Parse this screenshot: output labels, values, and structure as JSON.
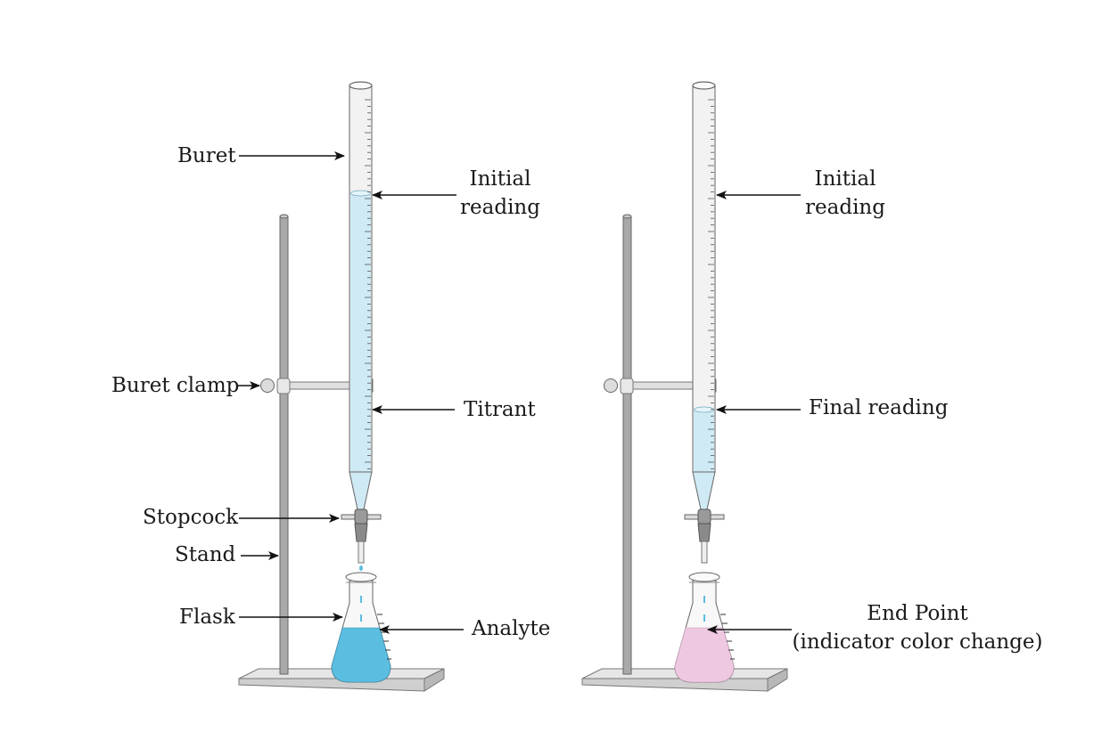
{
  "labels": {
    "buret": "Buret",
    "initial_reading_line1": "Initial",
    "initial_reading_line2": "reading",
    "buret_clamp": "Buret clamp",
    "titrant": "Titrant",
    "stopcock": "Stopcock",
    "stand": "Stand",
    "flask": "Flask",
    "analyte": "Analyte",
    "final_reading": "Final reading",
    "end_point_line1": "End Point",
    "end_point_line2": "(indicator color change)"
  },
  "colors": {
    "titrant": "#cfeaf5",
    "analyte": "#5bbde0",
    "end_point": "#eec8e0",
    "glass": "#f2f2f2",
    "stand": "#a9a9a9",
    "stopcock": "#8a8a8a",
    "outline": "#555555"
  }
}
